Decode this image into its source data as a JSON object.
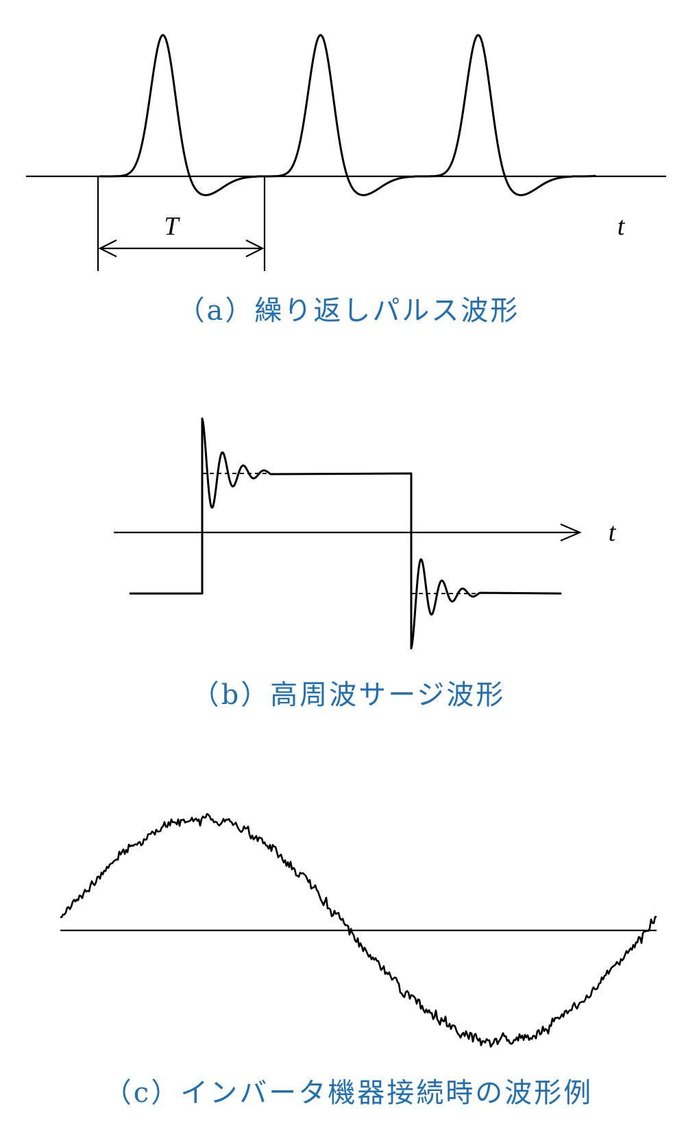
{
  "colors": {
    "caption": "#1f6fb5",
    "line": "#000000"
  },
  "panel_a": {
    "caption": "（a）繰り返しパルス波形",
    "period_label": "T",
    "time_label": "t"
  },
  "panel_b": {
    "caption": "（b）高周波サージ波形",
    "time_label": "t"
  },
  "panel_c": {
    "caption": "（c）インバータ機器接続時の波形例"
  }
}
